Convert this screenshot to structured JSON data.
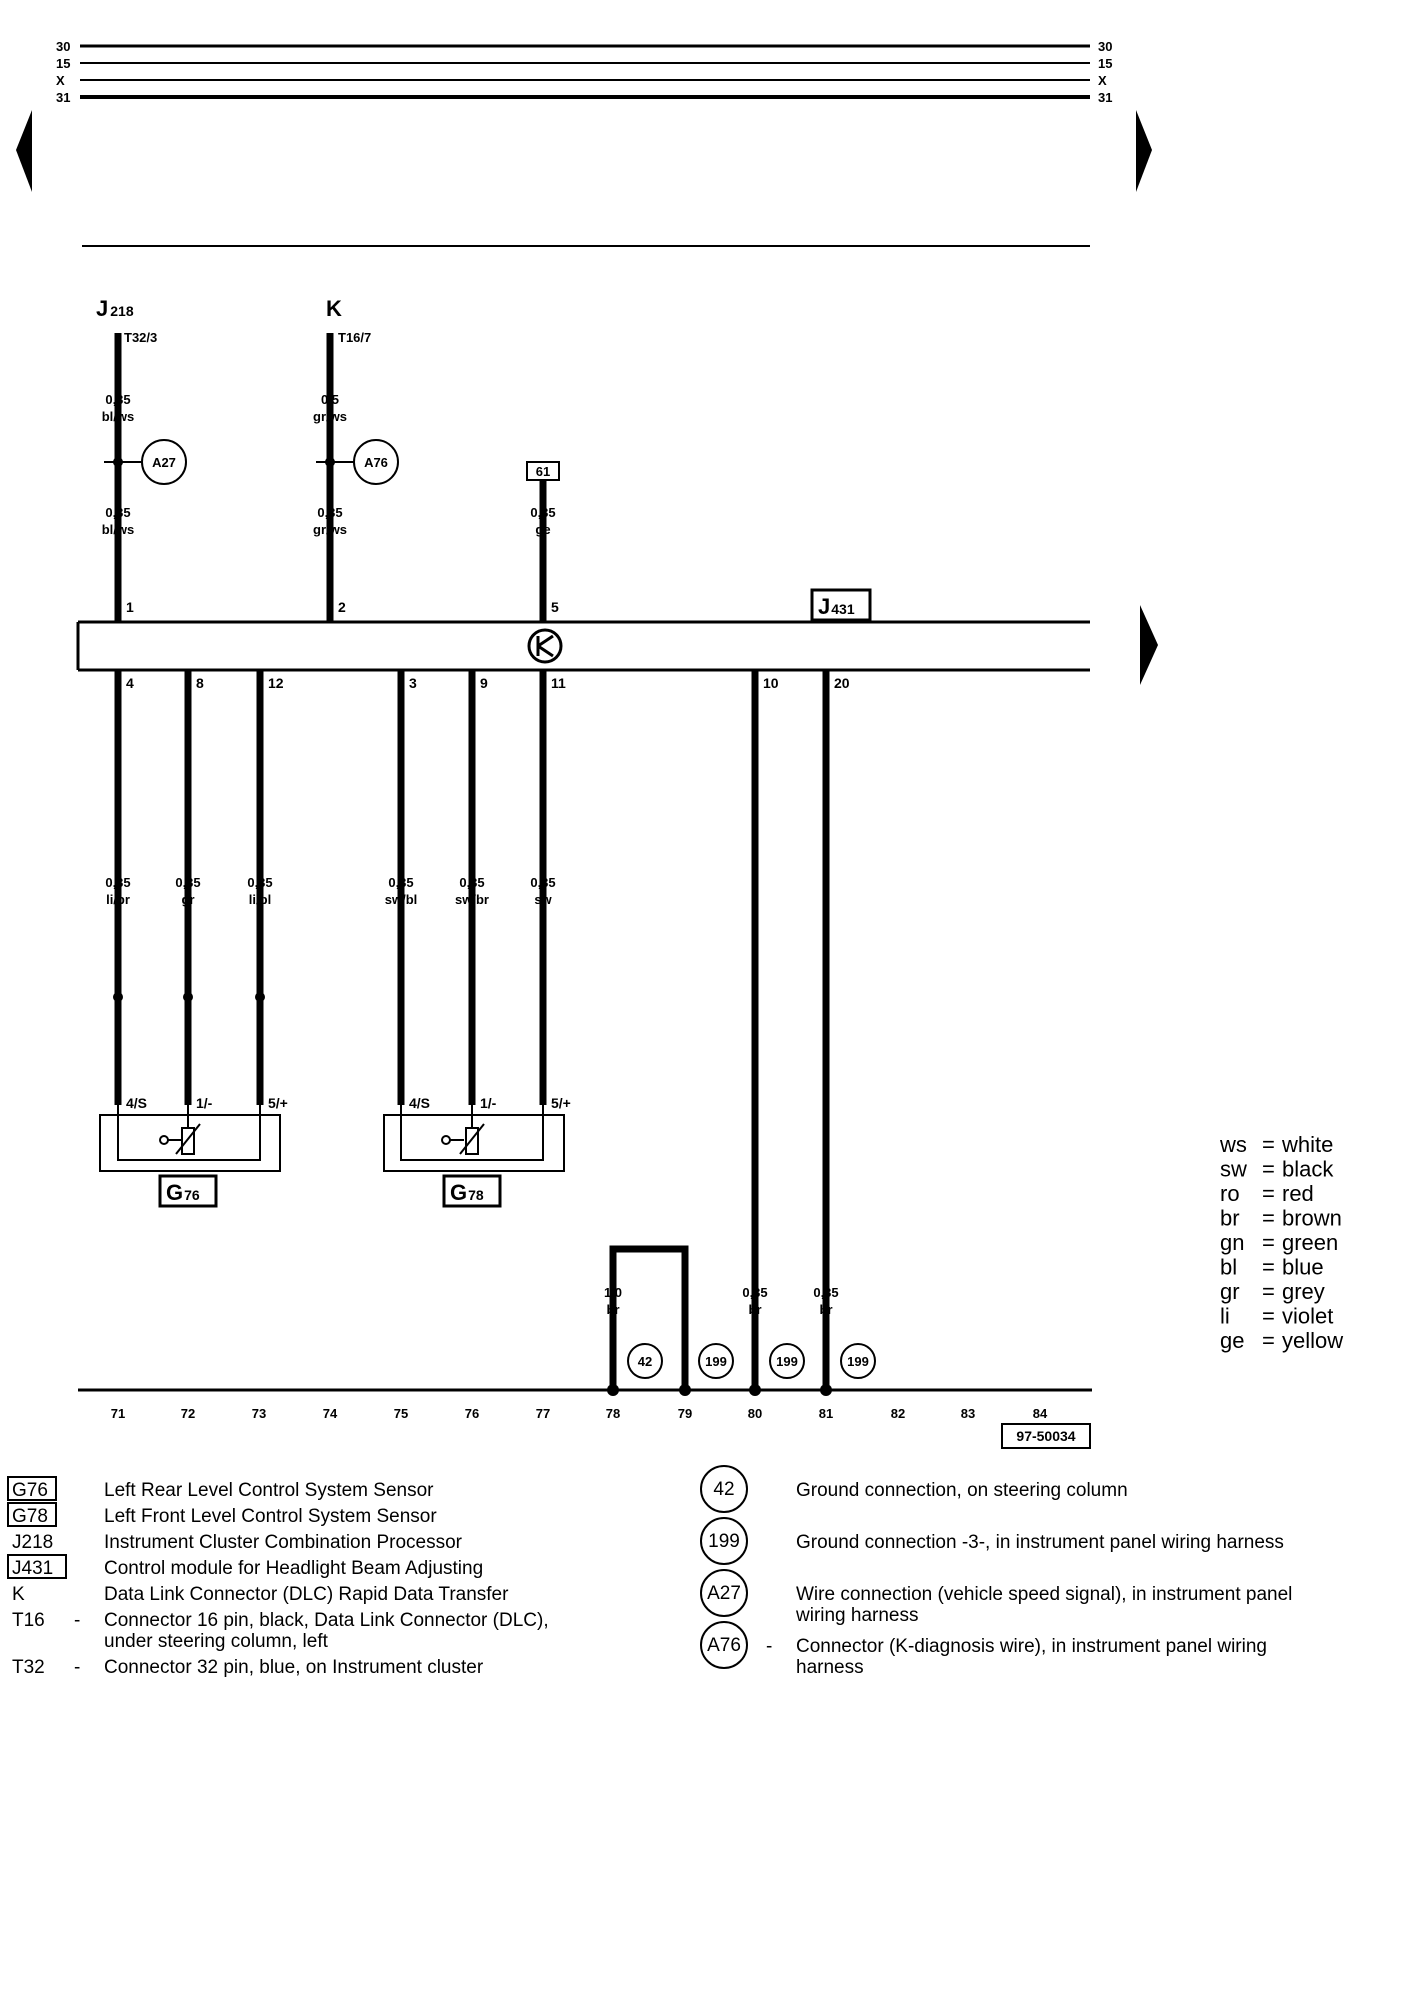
{
  "rails": [
    {
      "label": "30"
    },
    {
      "label": "15"
    },
    {
      "label": "X"
    },
    {
      "label": "31"
    }
  ],
  "components": {
    "j218": {
      "main": "J",
      "sub": "218",
      "connector": "T32/3"
    },
    "k": {
      "main": "K",
      "connector": "T16/7"
    },
    "j431": {
      "main": "J",
      "sub": "431"
    },
    "g76": {
      "main": "G",
      "sub": "76"
    },
    "g78": {
      "main": "G",
      "sub": "78"
    },
    "box61": "61"
  },
  "upper_wires": [
    {
      "cs1": "0,35",
      "col1": "bl/ws",
      "circle": "A27",
      "cs2": "0,35",
      "col2": "bl/ws",
      "pin": "1"
    },
    {
      "cs1": "0,5",
      "col1": "gr/ws",
      "circle": "A76",
      "cs2": "0,35",
      "col2": "gr/ws",
      "pin": "2"
    },
    {
      "cs2": "0,35",
      "col2": "ge",
      "pin": "5"
    }
  ],
  "lower_wires": [
    {
      "pin": "4",
      "cs": "0,35",
      "color": "li/br",
      "sensor_pin": "4/S"
    },
    {
      "pin": "8",
      "cs": "0,35",
      "color": "gr",
      "sensor_pin": "1/-"
    },
    {
      "pin": "12",
      "cs": "0,35",
      "color": "li/bl",
      "sensor_pin": "5/+"
    },
    {
      "pin": "3",
      "cs": "0,35",
      "color": "sw/bl",
      "sensor_pin": "4/S"
    },
    {
      "pin": "9",
      "cs": "0,35",
      "color": "sw/br",
      "sensor_pin": "1/-"
    },
    {
      "pin": "11",
      "cs": "0,35",
      "color": "sw",
      "sensor_pin": "5/+"
    },
    {
      "pin": "10",
      "cs": "0,35",
      "color": "br"
    },
    {
      "pin": "20",
      "cs": "0,35",
      "color": "br"
    }
  ],
  "ground_wire": {
    "cs": "1,0",
    "color": "br"
  },
  "ground_circles": [
    "42",
    "199",
    "199",
    "199"
  ],
  "bottom_numbers": [
    "71",
    "72",
    "73",
    "74",
    "75",
    "76",
    "77",
    "78",
    "79",
    "80",
    "81",
    "82",
    "83",
    "84"
  ],
  "ref_code": "97-50034",
  "color_legend": [
    {
      "abbr": "ws",
      "name": "white"
    },
    {
      "abbr": "sw",
      "name": "black"
    },
    {
      "abbr": "ro",
      "name": "red"
    },
    {
      "abbr": "br",
      "name": "brown"
    },
    {
      "abbr": "gn",
      "name": "green"
    },
    {
      "abbr": "bl",
      "name": "blue"
    },
    {
      "abbr": "gr",
      "name": "grey"
    },
    {
      "abbr": "li",
      "name": "violet"
    },
    {
      "abbr": "ge",
      "name": "yellow"
    }
  ],
  "legend_left": [
    {
      "code": "G76",
      "dash": "",
      "lines": [
        "Left Rear Level Control System Sensor"
      ]
    },
    {
      "code": "G78",
      "dash": "",
      "lines": [
        "Left Front Level Control System Sensor"
      ]
    },
    {
      "code": "J218",
      "dash": "",
      "lines": [
        "Instrument Cluster Combination Processor"
      ]
    },
    {
      "code": "J431",
      "dash": "",
      "lines": [
        "Control module for Headlight Beam Adjusting"
      ]
    },
    {
      "code": "K",
      "dash": "",
      "lines": [
        "Data Link Connector (DLC) Rapid Data Transfer"
      ]
    },
    {
      "code": "T16",
      "dash": "-",
      "lines": [
        "Connector 16 pin, black, Data Link Connector (DLC),",
        "under steering column, left"
      ]
    },
    {
      "code": "T32",
      "dash": "-",
      "lines": [
        "Connector 32 pin, blue, on Instrument cluster"
      ]
    }
  ],
  "legend_right": [
    {
      "code": "42",
      "dash": "",
      "lines": [
        "Ground connection, on steering column"
      ]
    },
    {
      "code": "199",
      "dash": "",
      "lines": [
        "Ground connection -3-, in instrument panel wiring harness"
      ]
    },
    {
      "code": "A27",
      "dash": "",
      "lines": [
        "Wire connection (vehicle speed signal), in instrument panel",
        "wiring harness"
      ]
    },
    {
      "code": "A76",
      "dash": "-",
      "lines": [
        "Connector (K-diagnosis wire), in instrument panel wiring",
        "harness"
      ]
    }
  ]
}
